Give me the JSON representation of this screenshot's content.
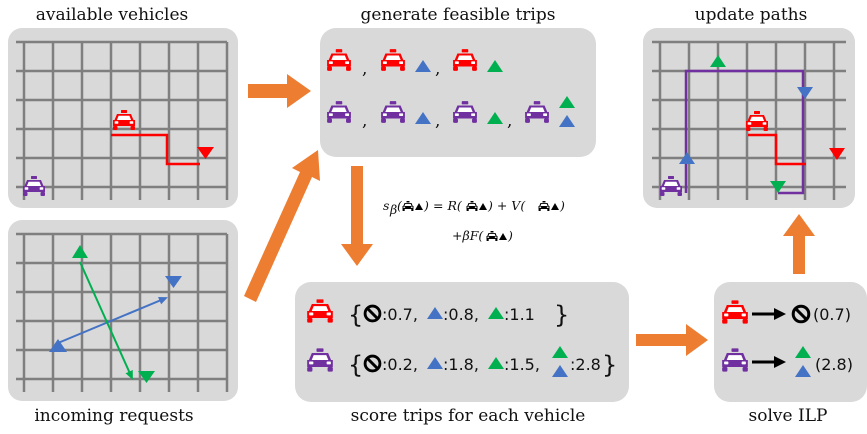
{
  "panels": {
    "available_vehicles": "available vehicles",
    "generate_trips": "generate feasible trips",
    "update_paths": "update paths",
    "incoming_requests": "incoming requests",
    "score_trips": "score trips for each vehicle",
    "solve_ilp": "solve ILP"
  },
  "formula": {
    "line1_lhs": "s",
    "line1_sub": "β",
    "line1_eq": "= R(",
    "line1_plus": ") + V(",
    "line2": "+βF(",
    "close": ")"
  },
  "scores": {
    "red": [
      "0.7",
      "0.8",
      "1.1"
    ],
    "purple": [
      "0.2",
      "1.8",
      "1.5",
      "2.8"
    ],
    "brace_open": "{",
    "brace_close": "}",
    "sep": ","
  },
  "ilp": {
    "red_value": "(0.7)",
    "purple_value": "(2.8)"
  },
  "colors": {
    "panel": "#d9d9d9",
    "grid": "#7f7f7f",
    "red": "#ff0000",
    "purple": "#7030a0",
    "blue": "#4472c4",
    "green": "#00b050",
    "arrow": "#ed7d31"
  },
  "icons": [
    "taxi-icon",
    "triangle-request-icon",
    "no-symbol-icon",
    "arrow-right-icon"
  ]
}
